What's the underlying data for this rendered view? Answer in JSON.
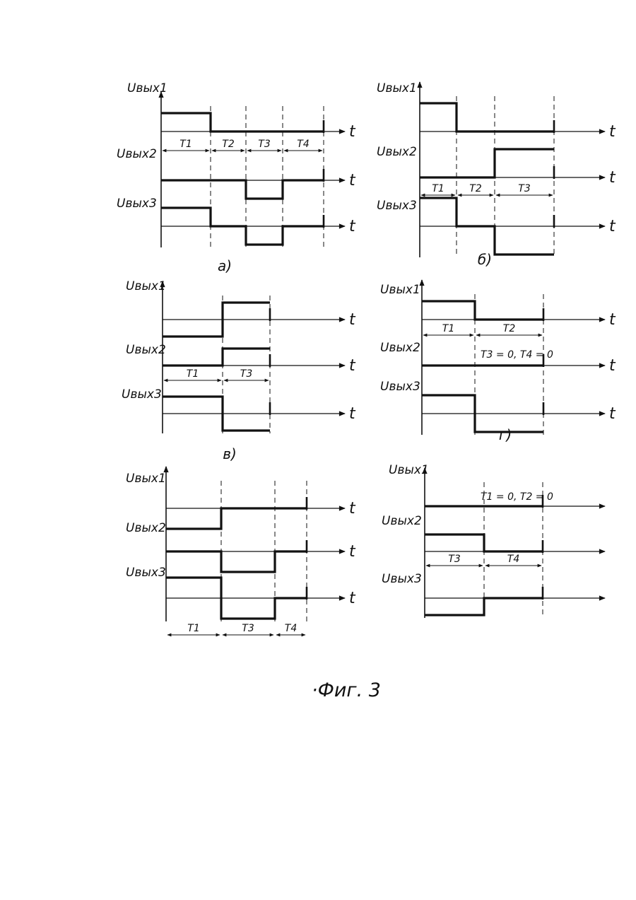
{
  "figure": {
    "caption": "·Фиг. 3",
    "time_label": "t",
    "ink_color": "#111111",
    "panels": [
      {
        "id": "a",
        "caption": "а)",
        "channels": [
          {
            "label": "Uвых1",
            "levels": [
              1,
              0,
              0,
              0
            ]
          },
          {
            "label": "Uвых2",
            "levels": [
              0,
              0,
              -1,
              0
            ]
          },
          {
            "label": "Uвых3",
            "levels": [
              1,
              0,
              -1,
              0
            ]
          }
        ],
        "segments": [
          "T1",
          "T2",
          "T3",
          "T4"
        ],
        "annotations": []
      },
      {
        "id": "b",
        "caption": "б)",
        "channels": [
          {
            "label": "Uвых1",
            "levels": [
              1,
              0,
              0
            ]
          },
          {
            "label": "Uвых2",
            "levels": [
              0,
              0,
              1
            ]
          },
          {
            "label": "Uвых3",
            "levels": [
              1,
              0,
              -1
            ]
          }
        ],
        "segments": [
          "T1",
          "T2",
          "T3"
        ],
        "annotations": []
      },
      {
        "id": "v",
        "caption": "в)",
        "channels": [
          {
            "label": "Uвых1",
            "levels": [
              -1,
              1
            ]
          },
          {
            "label": "Uвых2",
            "levels": [
              0,
              1
            ]
          },
          {
            "label": "Uвых3",
            "levels": [
              1,
              -1
            ]
          }
        ],
        "segments": [
          "T1",
          "T3"
        ],
        "annotations": []
      },
      {
        "id": "g",
        "caption": "г)",
        "channels": [
          {
            "label": "Uвых1",
            "levels": [
              1,
              0
            ]
          },
          {
            "label": "Uвых2",
            "levels": [
              0,
              0
            ]
          },
          {
            "label": "Uвых3",
            "levels": [
              1,
              -1
            ]
          }
        ],
        "segments": [
          "T1",
          "T2"
        ],
        "annotations": [
          "T3 = 0,  T4 = 0"
        ]
      },
      {
        "id": "d",
        "caption": "",
        "channels": [
          {
            "label": "Uвых1",
            "levels": [
              -1,
              0,
              0
            ]
          },
          {
            "label": "Uвых2",
            "levels": [
              0,
              -1,
              0
            ]
          },
          {
            "label": "Uвых3",
            "levels": [
              1,
              -1,
              0
            ]
          }
        ],
        "segments": [
          "T1",
          "T3",
          "T4"
        ],
        "annotations": []
      },
      {
        "id": "e",
        "caption": "",
        "channels": [
          {
            "label": "Uвых1",
            "levels": [
              0,
              0
            ]
          },
          {
            "label": "Uвых2",
            "levels": [
              1,
              0
            ]
          },
          {
            "label": "Uвых3",
            "levels": [
              -1,
              0
            ]
          }
        ],
        "segments": [
          "T3",
          "T4"
        ],
        "annotations": [
          "T1 = 0,  T2 = 0"
        ]
      }
    ]
  }
}
